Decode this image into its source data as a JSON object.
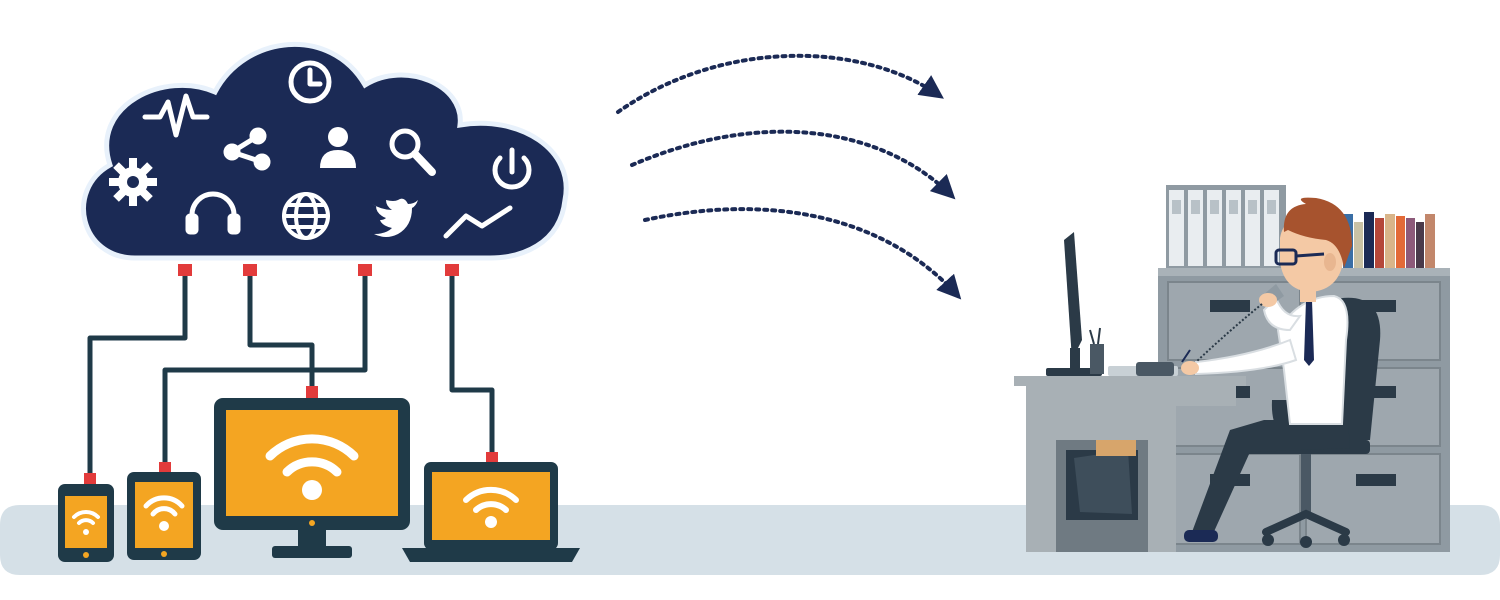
{
  "colors": {
    "navy": "#1b2a55",
    "cloud_outline": "#e8f1fb",
    "wire": "#1f3a48",
    "connector": "#e23b3b",
    "screen": "#f4a522",
    "ground": "#d5e0e7",
    "cabinet": "#8f9aa2",
    "desk": "#a8b0b5",
    "shirt": "#ffffff",
    "skin": "#f4c9a5",
    "hair": "#a7532e",
    "chair": "#2b3a47"
  },
  "cloud_icons": [
    "pulse-icon",
    "clock-icon",
    "share-icon",
    "user-icon",
    "search-icon",
    "power-icon",
    "gear-icon",
    "headphones-icon",
    "globe-icon",
    "twitter-bird-icon",
    "line-chart-icon"
  ],
  "devices": [
    "phone",
    "tablet",
    "desktop-monitor",
    "laptop"
  ],
  "device_screen_icon": "wifi-icon",
  "transfer_arrows_count": 3
}
